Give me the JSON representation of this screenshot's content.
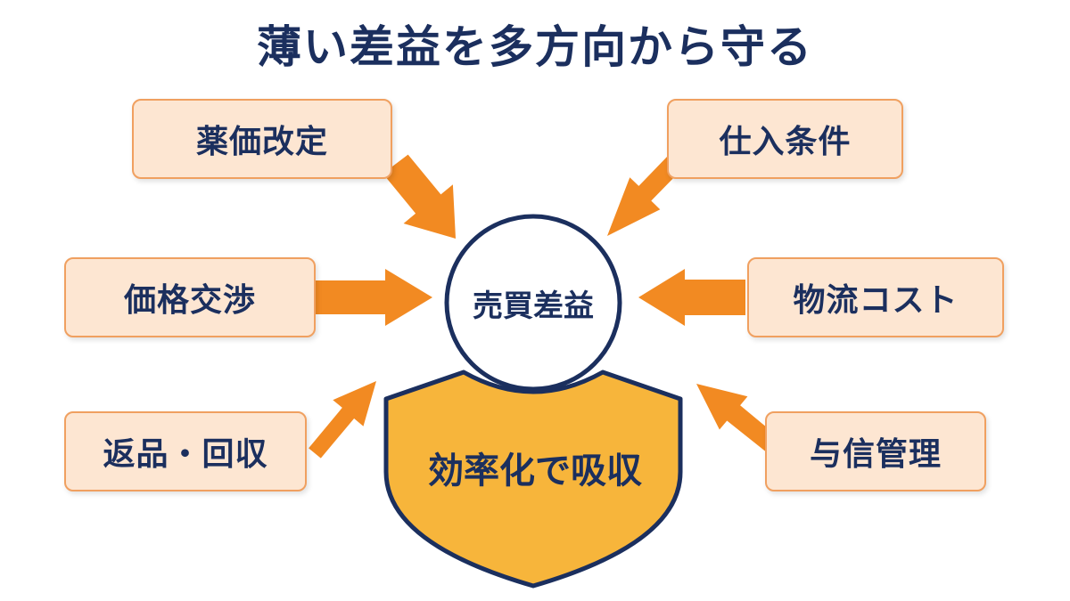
{
  "title": "薄い差益を多方向から守る",
  "factors": {
    "top_left": "薬価改定",
    "mid_left": "価格交渉",
    "bottom_left": "返品・回収",
    "top_right": "仕入条件",
    "mid_right": "物流コスト",
    "bottom_right": "与信管理"
  },
  "center": {
    "label": "売買差益"
  },
  "shield": {
    "label": "効率化で吸収"
  },
  "colors": {
    "navy": "#1b2f5e",
    "arrow_orange": "#f28a22",
    "box_fill": "#fde6d2",
    "box_border": "#f0a060",
    "shield_fill": "#f7b53b"
  }
}
